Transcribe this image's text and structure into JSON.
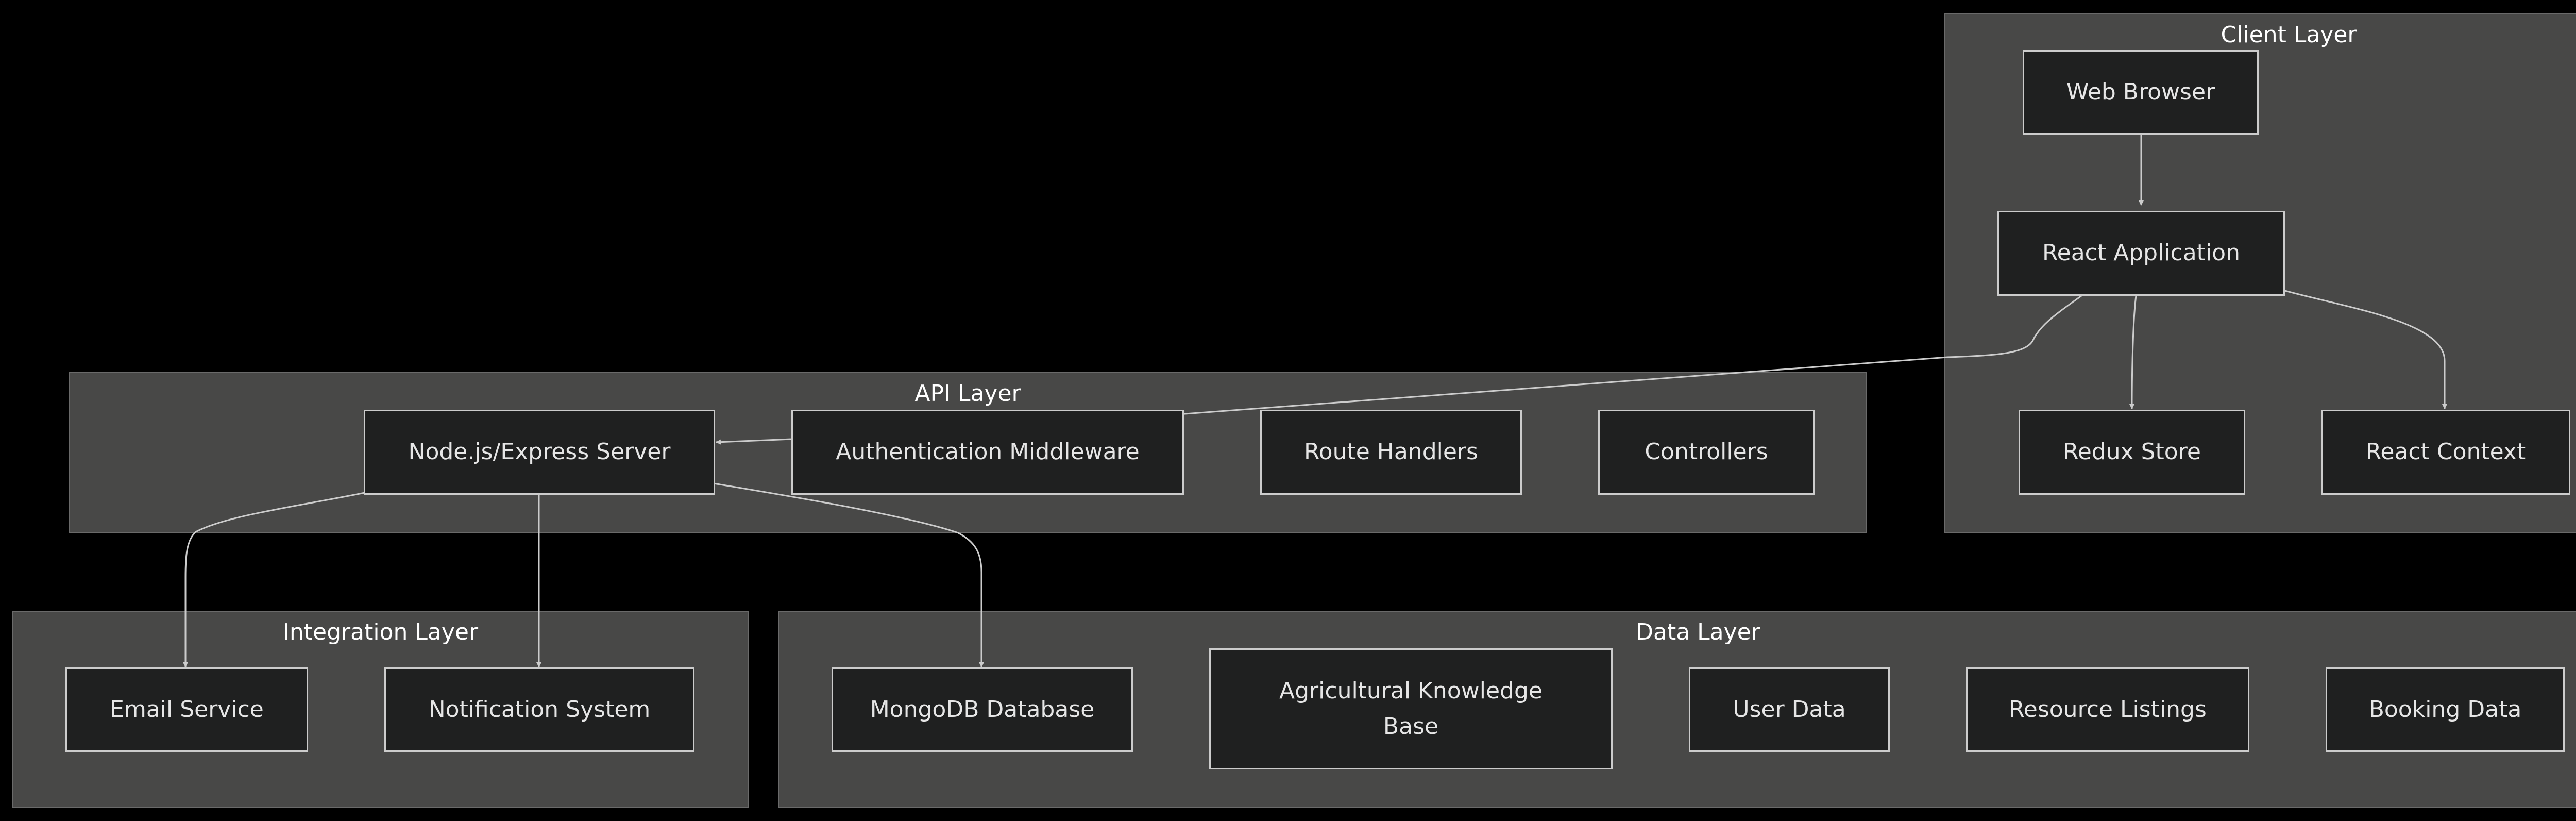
{
  "colors": {
    "background": "#000000",
    "cluster_fill": "#484847",
    "cluster_border": "#6a6a6a",
    "node_fill": "#1f2020",
    "node_border": "#cccccc",
    "node_text": "#e6e6e6",
    "edge": "#cccccc"
  },
  "clusters": {
    "client": {
      "title": "Client Layer"
    },
    "api": {
      "title": "API Layer"
    },
    "integration": {
      "title": "Integration Layer"
    },
    "data": {
      "title": "Data Layer"
    }
  },
  "nodes": {
    "web_browser": "Web Browser",
    "react_application": "React Application",
    "redux_store": "Redux Store",
    "react_context": "React Context",
    "express_server": "Node.js/Express Server",
    "auth_middleware": "Authentication Middleware",
    "route_handlers": "Route Handlers",
    "controllers": "Controllers",
    "email_service": "Email Service",
    "notification_system": "Notification System",
    "mongodb_database": "MongoDB Database",
    "knowledge_base_line1": "Agricultural Knowledge",
    "knowledge_base_line2": "Base",
    "user_data": "User Data",
    "resource_listings": "Resource Listings",
    "booking_data": "Booking Data"
  },
  "edges": [
    {
      "from": "web_browser",
      "to": "react_application"
    },
    {
      "from": "react_application",
      "to": "redux_store"
    },
    {
      "from": "react_application",
      "to": "react_context"
    },
    {
      "from": "react_application",
      "to": "express_server"
    },
    {
      "from": "express_server",
      "to": "email_service"
    },
    {
      "from": "express_server",
      "to": "notification_system"
    },
    {
      "from": "express_server",
      "to": "mongodb_database"
    }
  ]
}
